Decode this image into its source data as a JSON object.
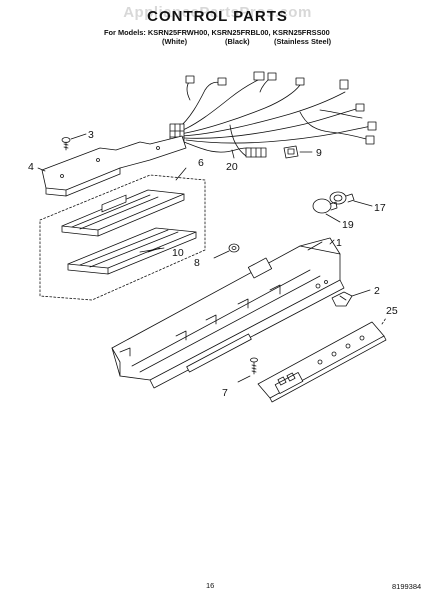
{
  "watermark": "AppliancePartsPros.com",
  "title": "CONTROL PARTS",
  "models_line": "For Models: KSRN25FRWH00, KSRN25FRBL00, KSRN25FRSS00",
  "finishes": [
    "(White)",
    "(Black)",
    "(Stainless Steel)"
  ],
  "callouts": [
    "1",
    "2",
    "3",
    "4",
    "6",
    "7",
    "8",
    "9",
    "10",
    "17",
    "19",
    "20",
    "25"
  ],
  "page_number": "16",
  "doc_number": "8199384"
}
